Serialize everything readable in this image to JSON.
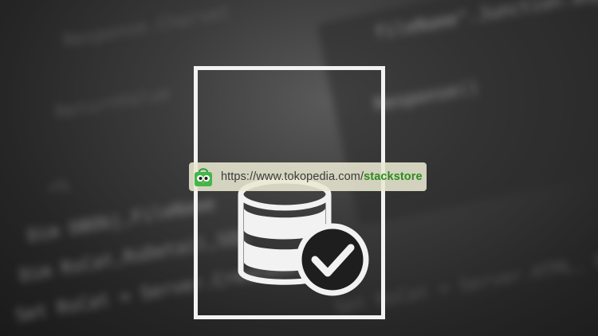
{
  "backdrop": {
    "code_lines": [
      "fileName\".Junction.asp\"",
      "Response.Charset",
      "Response()",
      "ReturnValue",
      "<%",
      "Dim  DBObj,FileName",
      "Dim  RsCat,RsDetail,SQL",
      "Set  RsCat = Server.CreateObject",
      "Set  RsCat = Server.HTML, EDate"
    ]
  },
  "url_bar": {
    "prefix": "https://www.tokopedia.com/",
    "store": "stackstore",
    "store_color": "#2e8b1f"
  },
  "icon": {
    "document": "document-outline-icon",
    "database": "database-icon",
    "check": "check-circle-icon",
    "logo": "shopping-bag-owl-icon"
  }
}
